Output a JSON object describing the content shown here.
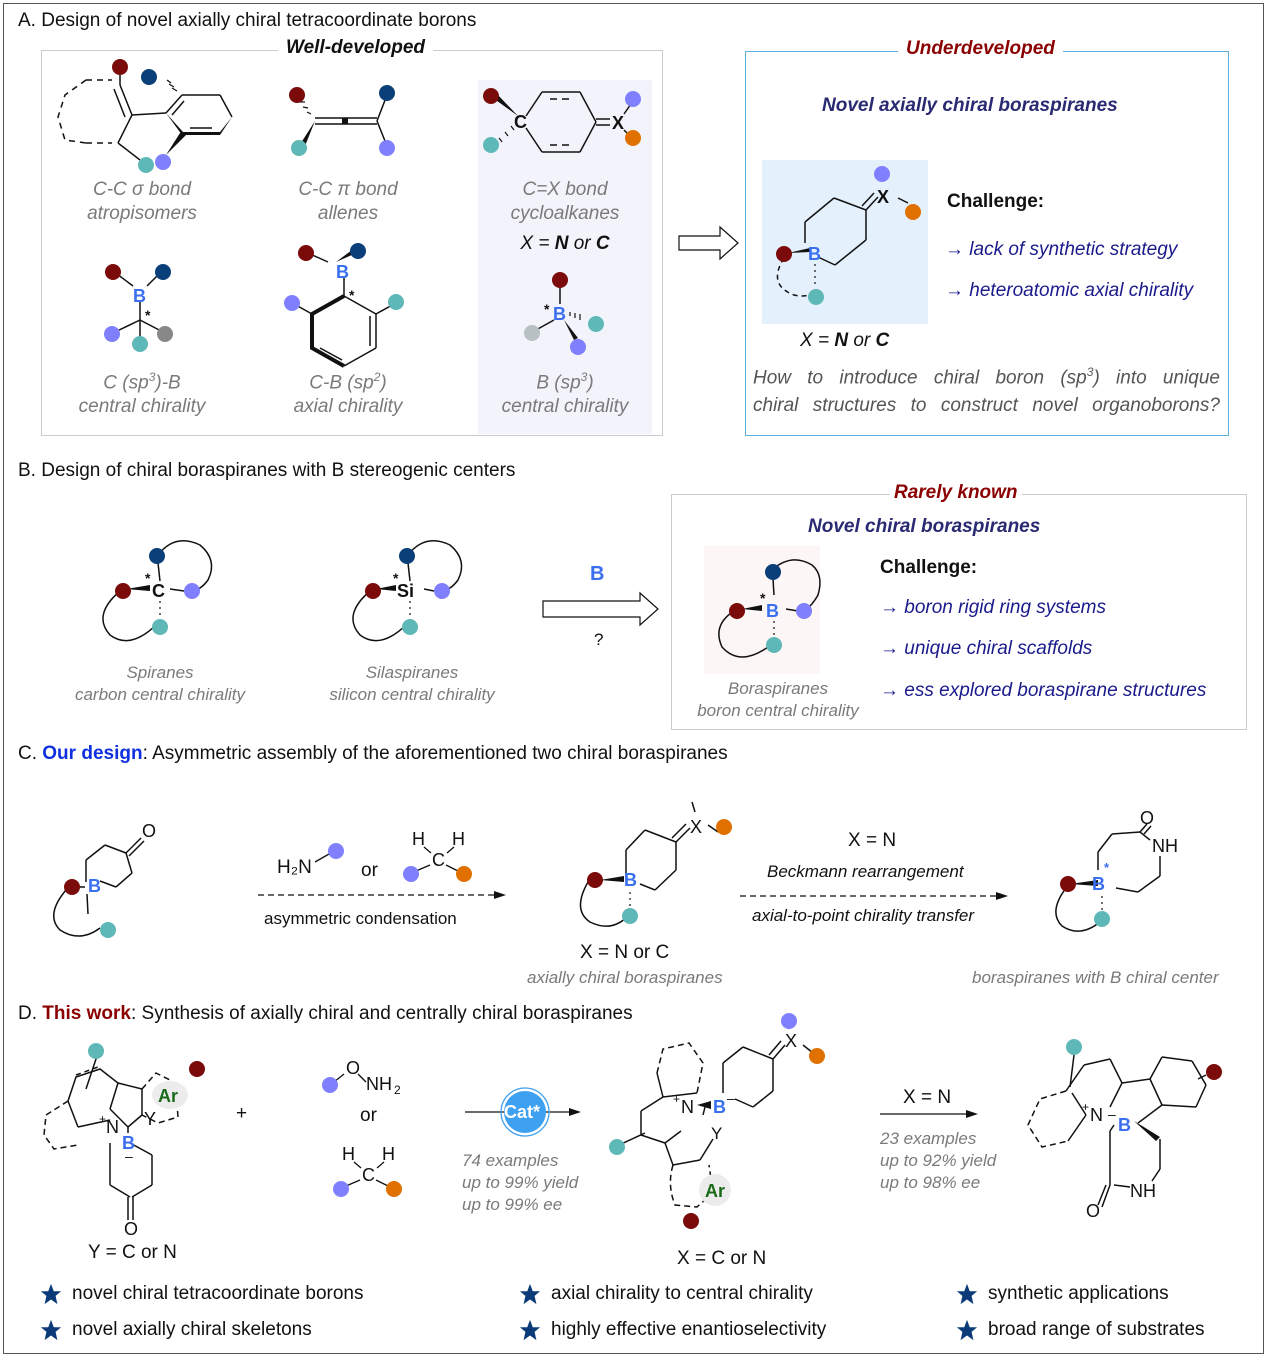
{
  "colors": {
    "dark_red": "#7b0a0a",
    "navy": "#0a3f7a",
    "teal": "#5fb8b8",
    "lavender": "#8080ff",
    "orange": "#e07000",
    "gray": "#888888",
    "light_gray": "#b9c0c4",
    "boron_blue": "#3a6ff0",
    "cat_blue": "#3ea0f0",
    "star_navy": "#0a3a78"
  },
  "section_a": {
    "title": "A. Design of novel axially chiral tetracoordinate borons",
    "well_developed_label": "Well-developed",
    "items": [
      {
        "line1": "C-C σ bond",
        "line2": "atropisomers"
      },
      {
        "line1": "C-C π bond",
        "line2": "allenes"
      },
      {
        "line1": "C=X bond",
        "line2": "cycloalkanes",
        "line3_prefix": "X = ",
        "line3_n": "N",
        "line3_or": " or ",
        "line3_c": "C"
      },
      {
        "line1_pre": "C (sp",
        "line1_sup": "3",
        "line1_post": ")-B",
        "line2": "central chirality"
      },
      {
        "line1_pre": "C-B (sp",
        "line1_sup": "2",
        "line1_post": ")",
        "line2": "axial chirality"
      },
      {
        "line1_pre": "B (sp",
        "line1_sup": "3",
        "line1_post": ")",
        "line2": "central chirality"
      }
    ],
    "underdeveloped_label": "Underdeveloped",
    "underdeveloped_heading": "Novel axially chiral boraspiranes",
    "challenge_label": "Challenge:",
    "challenges": [
      "→ lack of synthetic strategy",
      "→ heteroatomic axial chirality"
    ],
    "x_caption_prefix": "X = ",
    "x_caption_n": "N",
    "x_caption_or": " or ",
    "x_caption_c": "C",
    "question_line1_pre": "How to introduce chiral boron (sp",
    "question_line1_sup": "3",
    "question_line1_post": ") into unique",
    "question_line2": "chiral structures to construct novel organoborons?"
  },
  "section_b": {
    "title": "B. Design of chiral boraspiranes with B stereogenic centers",
    "spiranes": {
      "line1": "Spiranes",
      "line2": "carbon central chirality",
      "atom": "C"
    },
    "silaspiranes": {
      "line1": "Silaspiranes",
      "line2": "silicon central chirality",
      "atom": "Si"
    },
    "arrow_top": "B",
    "arrow_bottom": "?",
    "rarely_known_label": "Rarely known",
    "rarely_heading": "Novel chiral boraspiranes",
    "challenge_label": "Challenge:",
    "challenges": [
      "→ boron rigid ring systems",
      "→ unique chiral scaffolds",
      "→ ess explored boraspirane structures"
    ],
    "boraspiranes": {
      "line1": "Boraspiranes",
      "line2": "boron central chirality",
      "atom": "B"
    }
  },
  "section_c": {
    "title_prefix": "C. ",
    "title_keyword": "Our design",
    "title_rest": ": Asymmetric assembly of the aforementioned two chiral boraspiranes",
    "reagent_amine": "H₂N",
    "reagent_or": "or",
    "step1_label": "asymmetric condensation",
    "intermediate_caption": "X = N or C",
    "intermediate_note": "axially chiral boraspiranes",
    "step2_condition": "X = N",
    "step2_name": "Beckmann rearrangement",
    "step2_note": "axial-to-point chirality transfer",
    "product_note": "boraspiranes with B chiral center"
  },
  "section_d": {
    "title_prefix": "D. ",
    "title_keyword": "This work",
    "title_rest": ": Synthesis of axially chiral and centrally chiral boraspiranes",
    "substrate_caption": "Y = C or N",
    "plus": "+",
    "reagent_or": "or",
    "catalyst_label": "Cat*",
    "step1_stats": [
      "74 examples",
      "up to 99% yield",
      "up to 99% ee"
    ],
    "intermediate_caption": "X = C or N",
    "step2_condition": "X = N",
    "step2_stats": [
      "23 examples",
      "up to 92% yield",
      "up to 98% ee"
    ],
    "ar_label": "Ar"
  },
  "features": [
    "novel chiral tetracoordinate borons",
    "novel axially chiral skeletons",
    "axial chirality to central chirality",
    "highly effective enantioselectivity",
    "synthetic applications",
    "broad range of substrates"
  ]
}
